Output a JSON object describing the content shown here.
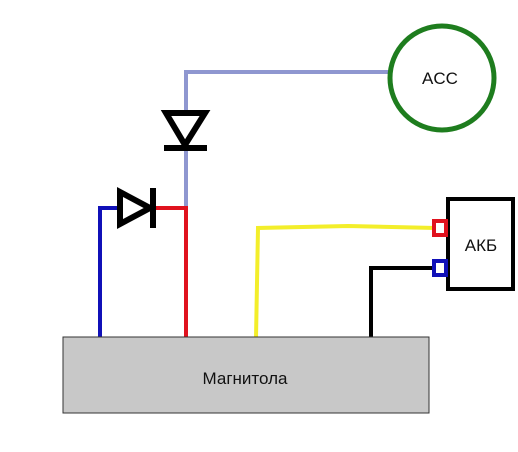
{
  "diagram": {
    "acc_label": "ACC",
    "akb_label": "АКБ",
    "radio_label": "Магнитола"
  },
  "colors": {
    "acc_wire": "#8f97d0",
    "red_wire": "#e0121e",
    "blue_wire": "#1010b8",
    "yellow_wire": "#f3ee2a",
    "black_wire": "#000000",
    "acc_ring": "#1e7d1e",
    "radio_fill": "#c8c8c8",
    "terminal_plus": "#e0121e",
    "terminal_minus": "#1010b8"
  },
  "icons": [
    "diode-symbol",
    "diode-symbol"
  ]
}
